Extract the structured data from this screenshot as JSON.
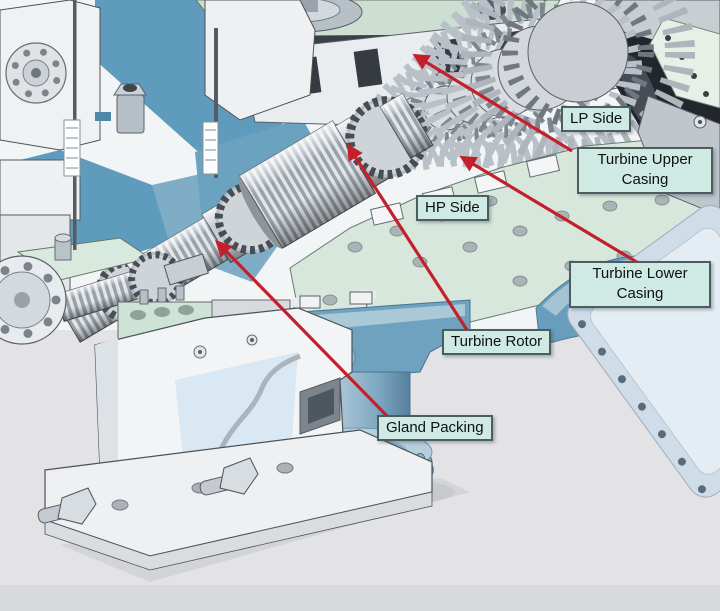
{
  "figure": {
    "alt_text": "Cutaway illustration of a steam turbine showing rotor, casings, blading and exhaust pipe"
  },
  "callouts": [
    {
      "id": "lp_side",
      "label": "LP Side"
    },
    {
      "id": "turbine_upper_casing",
      "label": "Turbine Upper Casing"
    },
    {
      "id": "hp_side",
      "label": "HP Side"
    },
    {
      "id": "turbine_lower_casing",
      "label": "Turbine Lower Casing"
    },
    {
      "id": "turbine_rotor",
      "label": "Turbine Rotor"
    },
    {
      "id": "gland_packing",
      "label": "Gland Packing"
    }
  ],
  "colors": {
    "label-background": "#cfe9e3",
    "label-border": "#4d5c5e",
    "label-text": "#0d1112",
    "arrow-red": "#c4202c",
    "casing-mint": "#d7e7dc",
    "casing-teal": "#689ebb",
    "pipe-blue": "#7fa9c3",
    "steel-gray": "#c9ced3",
    "background-gray": "#e3e3e6",
    "blade-dark": "#23272d",
    "backdrop-blue": "#5e9bbc"
  }
}
